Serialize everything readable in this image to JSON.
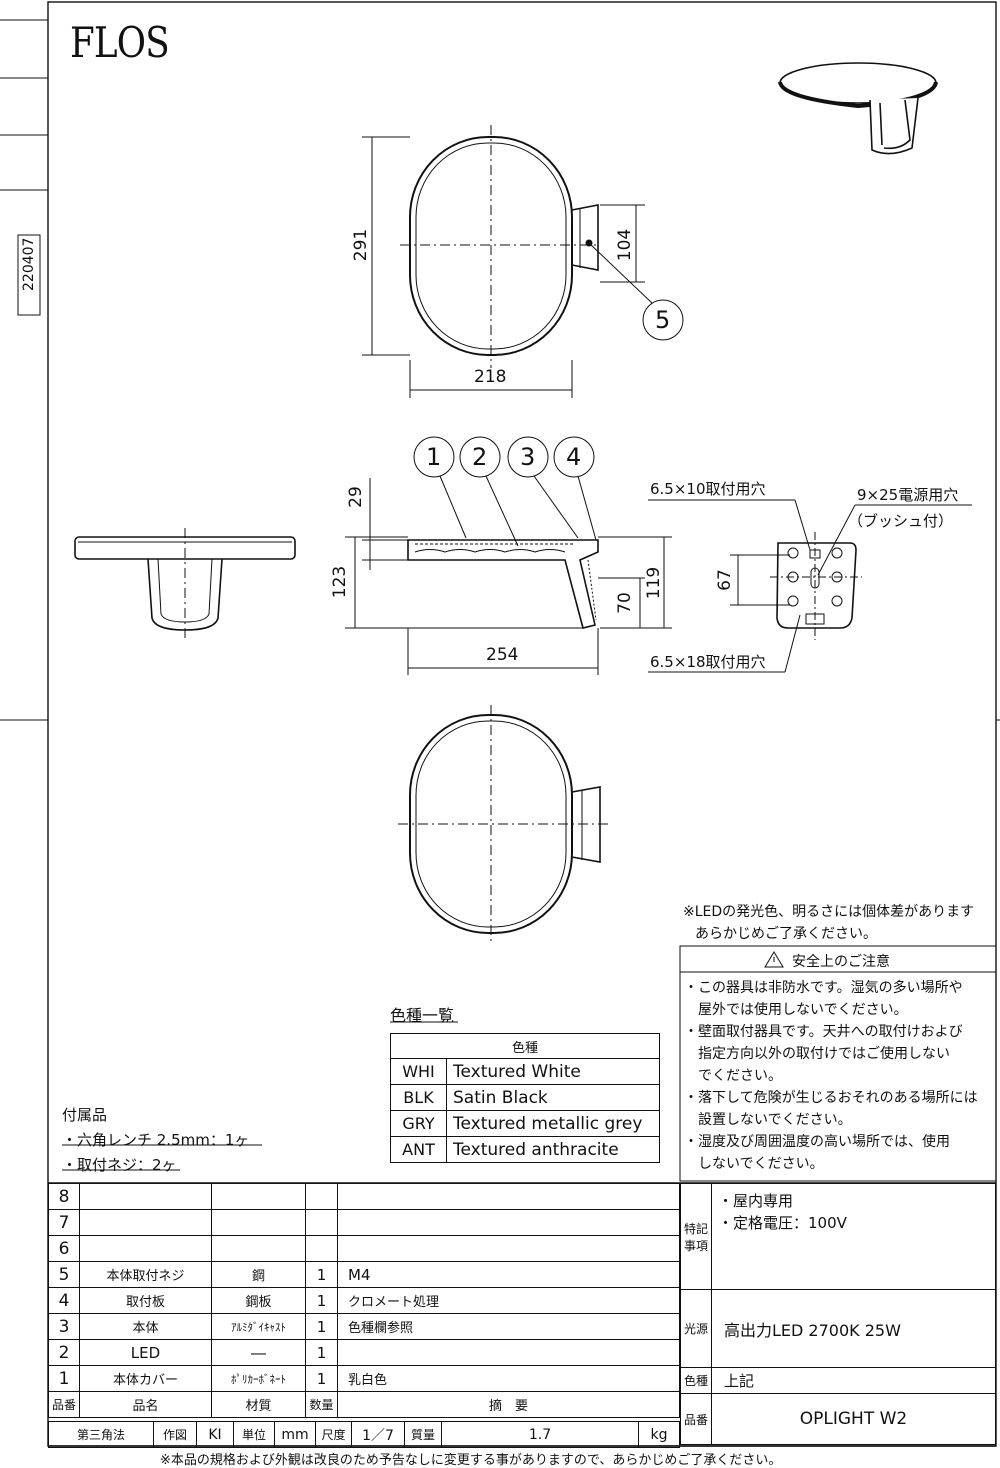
{
  "brand": "FLOS",
  "doc_code": "220407",
  "dims": {
    "d291": "291",
    "d104": "104",
    "d218": "218",
    "d29": "29",
    "d123": "123",
    "d70": "70",
    "d119": "119",
    "d254": "254",
    "d67": "67"
  },
  "callouts": [
    "1",
    "2",
    "3",
    "4",
    "5"
  ],
  "holes": {
    "h1": "6.5×10取付用穴",
    "h2": "9×25電源用穴",
    "h2b": "（ブッシュ付）",
    "h3": "6.5×18取付用穴"
  },
  "led_note": [
    "※LEDの発光色、明るさには個体差があります",
    "あらかじめご了承ください。"
  ],
  "safety": {
    "title": "安全上のご注意",
    "items": [
      "・この器具は非防水です。湿気の多い場所や",
      "　屋外では使用しないでください。",
      "・壁面取付器具です。天井への取付けおよび",
      "　指定方向以外の取付けではご使用しない",
      "　でください。",
      "・落下して危険が生じるおそれのある場所には",
      "　設置しないでください。",
      "・湿度及び周囲温度の高い場所では、使用",
      "　しないでください。"
    ]
  },
  "colors": {
    "title": "色種一覧",
    "header": "色種",
    "rows": [
      {
        "code": "WHI",
        "name": "Textured White"
      },
      {
        "code": "BLK",
        "name": "Satin Black"
      },
      {
        "code": "GRY",
        "name": "Textured metallic grey"
      },
      {
        "code": "ANT",
        "name": "Textured anthracite"
      }
    ]
  },
  "accessories": {
    "title": "付属品",
    "items": [
      "・六角レンチ 2.5mm：1ヶ",
      "・取付ネジ：2ヶ"
    ]
  },
  "parts": [
    {
      "no": "8",
      "name": "",
      "material": "",
      "qty": "",
      "note": ""
    },
    {
      "no": "7",
      "name": "",
      "material": "",
      "qty": "",
      "note": ""
    },
    {
      "no": "6",
      "name": "",
      "material": "",
      "qty": "",
      "note": ""
    },
    {
      "no": "5",
      "name": "本体取付ネジ",
      "material": "鋼",
      "qty": "1",
      "note": "M4"
    },
    {
      "no": "4",
      "name": "取付板",
      "material": "鋼板",
      "qty": "1",
      "note": "クロメート処理"
    },
    {
      "no": "3",
      "name": "本体",
      "material": "ｱﾙﾐﾀﾞｲｷｬｽﾄ",
      "qty": "1",
      "note": "色種欄参照"
    },
    {
      "no": "2",
      "name": "LED",
      "material": "―",
      "qty": "1",
      "note": ""
    },
    {
      "no": "1",
      "name": "本体カバー",
      "material": "ﾎﾟﾘｶｰﾎﾞﾈｰﾄ",
      "qty": "1",
      "note": "乳白色"
    }
  ],
  "parts_header": {
    "no": "品番",
    "name": "品名",
    "material": "材質",
    "qty": "数量",
    "note": "摘　要"
  },
  "footer_row": {
    "method": "第三角法",
    "drawn_label": "作図",
    "drawn": "KI",
    "unit_label": "単位",
    "unit": "mm",
    "scale_label": "尺度",
    "scale": "1／7",
    "weight_label": "質量",
    "weight": "1.7",
    "weight_unit": "kg"
  },
  "specs": {
    "special_label": "特記事項",
    "special": [
      "・屋内専用",
      "・定格電圧：100V"
    ],
    "light_label": "光源",
    "light": "高出力LED 2700K 25W",
    "color_label": "色種",
    "color": "上記",
    "model_label": "品番",
    "model": "OPLIGHT W2"
  },
  "bottom_note": "※本品の規格および外観は改良のため予告なしに変更する事がありますので、あらかじめご了承ください。"
}
